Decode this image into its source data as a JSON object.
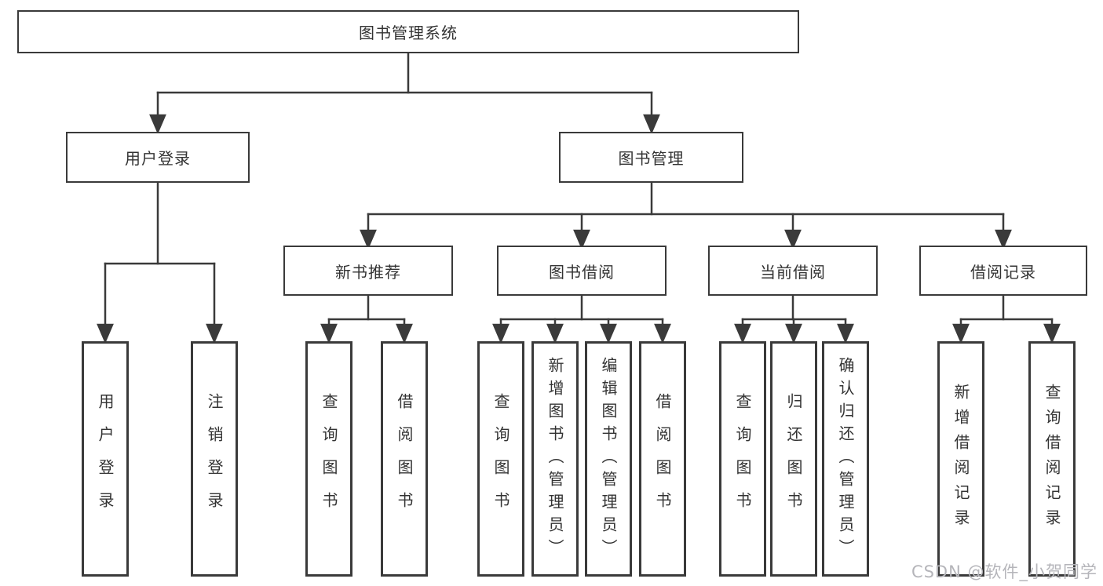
{
  "diagram": {
    "root": {
      "label": "图书管理系统"
    },
    "user_login": {
      "label": "用户登录"
    },
    "book_mgmt": {
      "label": "图书管理"
    },
    "new_book_rec": {
      "label": "新书推荐"
    },
    "book_borrow": {
      "label": "图书借阅"
    },
    "current_borrow": {
      "label": "当前借阅"
    },
    "borrow_records": {
      "label": "借阅记录"
    },
    "leaf_user_login": {
      "label": "用户登录"
    },
    "leaf_logout": {
      "label": "注销登录"
    },
    "leaf_rec_query": {
      "label": "查询图书"
    },
    "leaf_rec_borrow": {
      "label": "借阅图书"
    },
    "leaf_bb_query": {
      "label": "查询图书"
    },
    "leaf_bb_add": {
      "label": "新增图书（管理员）"
    },
    "leaf_bb_edit": {
      "label": "编辑图书（管理员）"
    },
    "leaf_bb_borrow": {
      "label": "借阅图书"
    },
    "leaf_cb_query": {
      "label": "查询图书"
    },
    "leaf_cb_return": {
      "label": "归还图书"
    },
    "leaf_cb_confirm": {
      "label": "确认归还（管理员）"
    },
    "leaf_br_add": {
      "label": "新增借阅记录"
    },
    "leaf_br_query": {
      "label": "查询借阅记录"
    }
  },
  "watermark": {
    "text": "CSDN @软件_小贺同学"
  },
  "colors": {
    "line": "#3a3a3a",
    "text": "#333333",
    "box_background": "#ffffff",
    "watermark": "#b5b5ba"
  }
}
